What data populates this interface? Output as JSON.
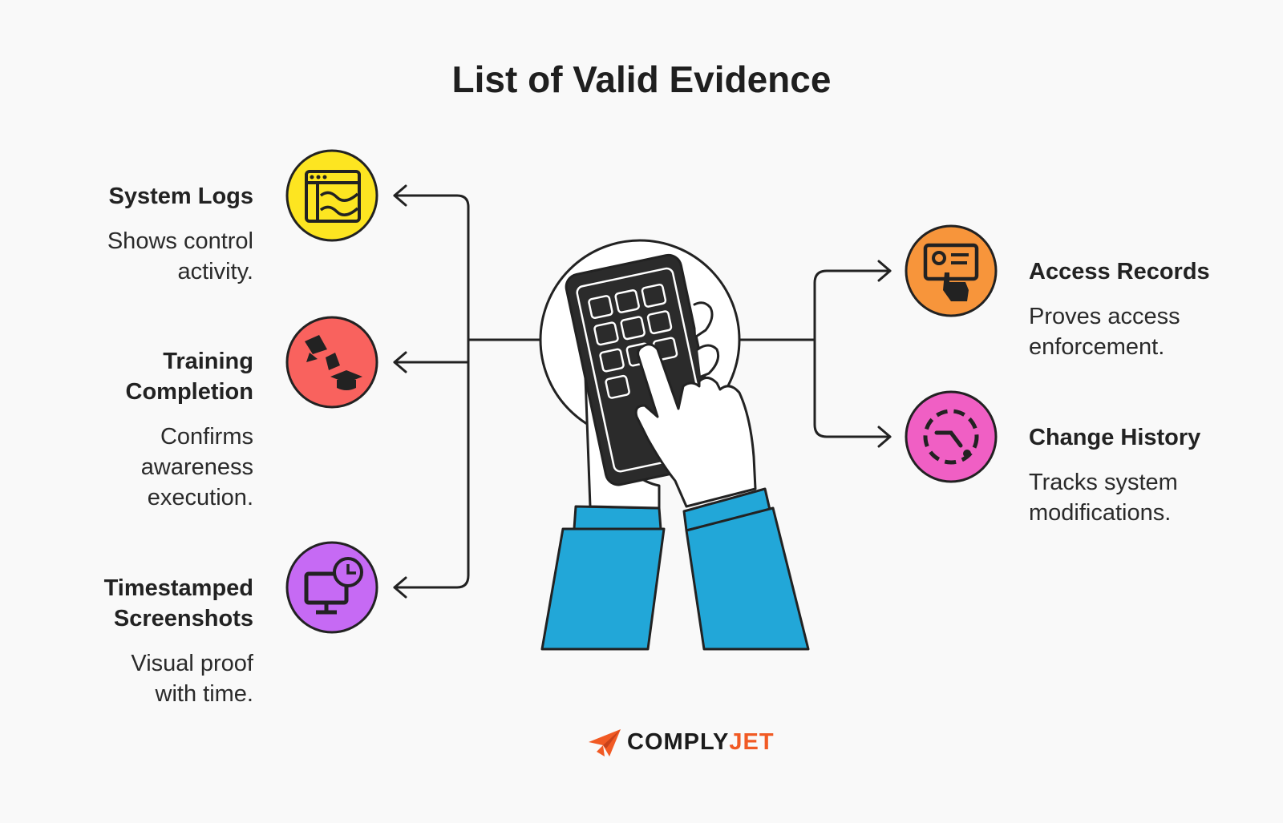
{
  "title": "List of Valid Evidence",
  "left_items": [
    {
      "title": "System Logs",
      "desc": [
        "Shows control",
        "activity."
      ],
      "icon": "browser-log-icon",
      "color": "#fde521"
    },
    {
      "title": [
        "Training",
        "Completion"
      ],
      "desc": [
        "Confirms",
        "awareness",
        "execution."
      ],
      "icon": "graduation-cap-icon",
      "color": "#f9625e"
    },
    {
      "title": [
        "Timestamped",
        "Screenshots"
      ],
      "desc": [
        "Visual proof",
        "with time."
      ],
      "icon": "monitor-clock-icon",
      "color": "#c66af4"
    }
  ],
  "right_items": [
    {
      "title": "Access Records",
      "desc": [
        "Proves access",
        "enforcement."
      ],
      "icon": "id-card-hand-icon",
      "color": "#f7953b"
    },
    {
      "title": "Change History",
      "desc": [
        "Tracks system",
        "modifications."
      ],
      "icon": "change-cycle-icon",
      "color": "#f05fc4"
    }
  ],
  "brand": {
    "part1": "COMPLY",
    "part2": "JET",
    "accent": "#f15a24"
  },
  "colors": {
    "sleeve": "#22a7d8",
    "phone": "#2b2b2b",
    "line": "#222222"
  }
}
